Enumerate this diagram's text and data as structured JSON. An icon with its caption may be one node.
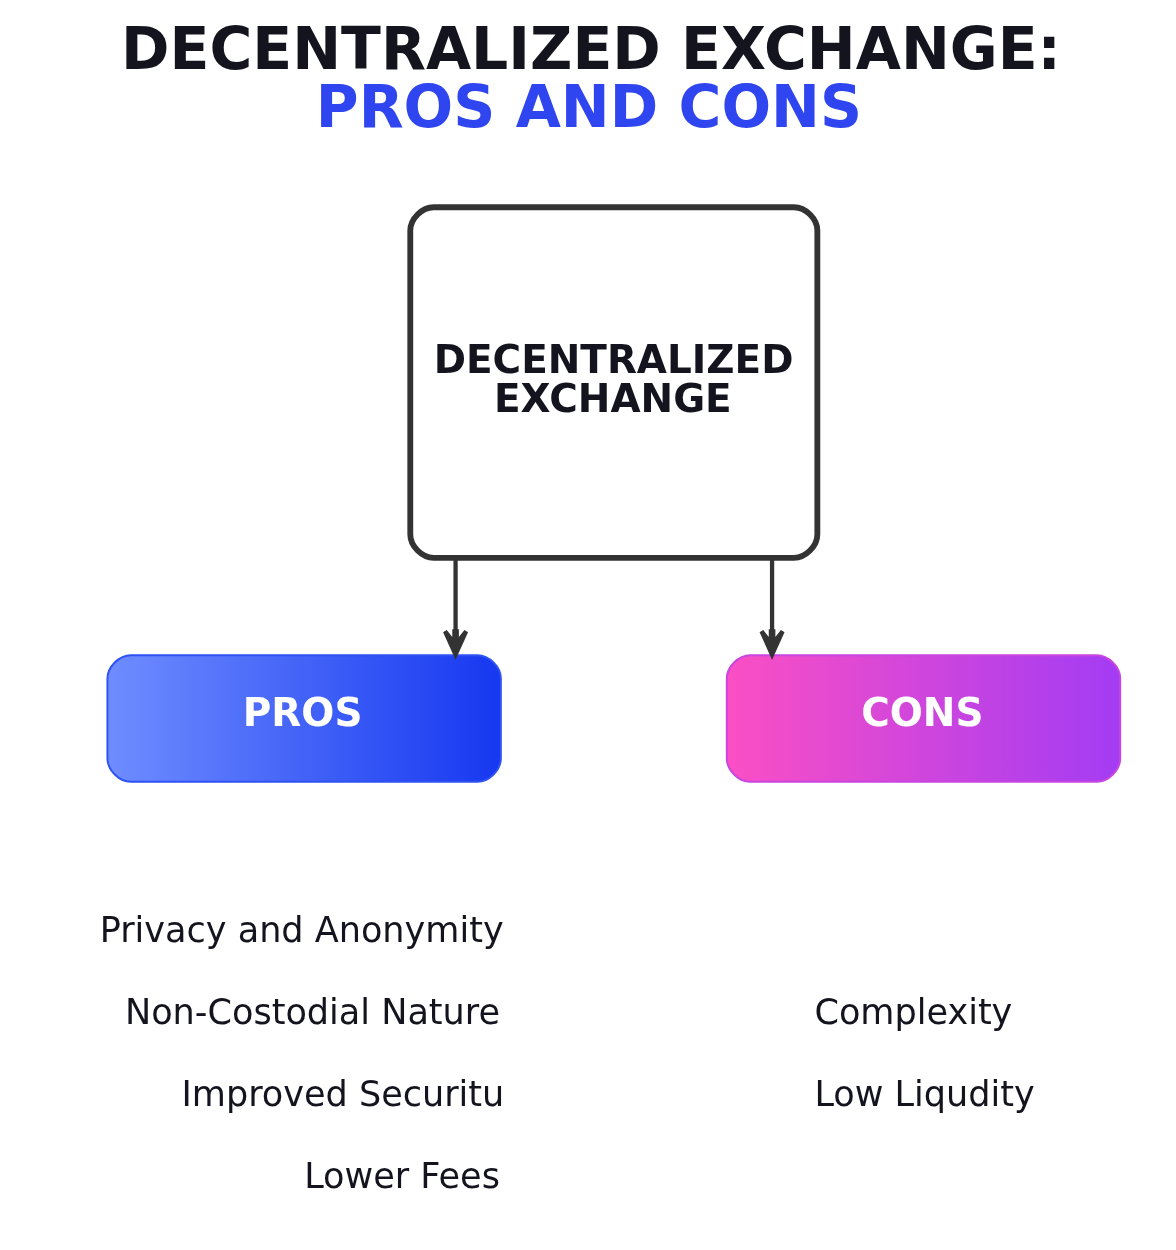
{
  "diagram": {
    "title": "DECENTRALIZED EXCHANGE: PROS AND CONS",
    "nodes": [
      {
        "text": [
          "DECENTRALIZED EXCHANGE"
        ]
      },
      {
        "text": [
          "PROS"
        ],
        "beside": [
          "Privacy and Anonymity",
          "Non-Costodial Nature",
          "Improved Securitu",
          "Lower Fees"
        ]
      },
      {
        "text": [
          "CONS"
        ],
        "beside": [
          "Complexity",
          "Low Liqudity"
        ]
      }
    ],
    "edges": [
      {
        "from": 0,
        "to": 1,
        "arrow": "to"
      },
      {
        "from": 0,
        "to": 2,
        "arrow": "to"
      }
    ]
  }
}
